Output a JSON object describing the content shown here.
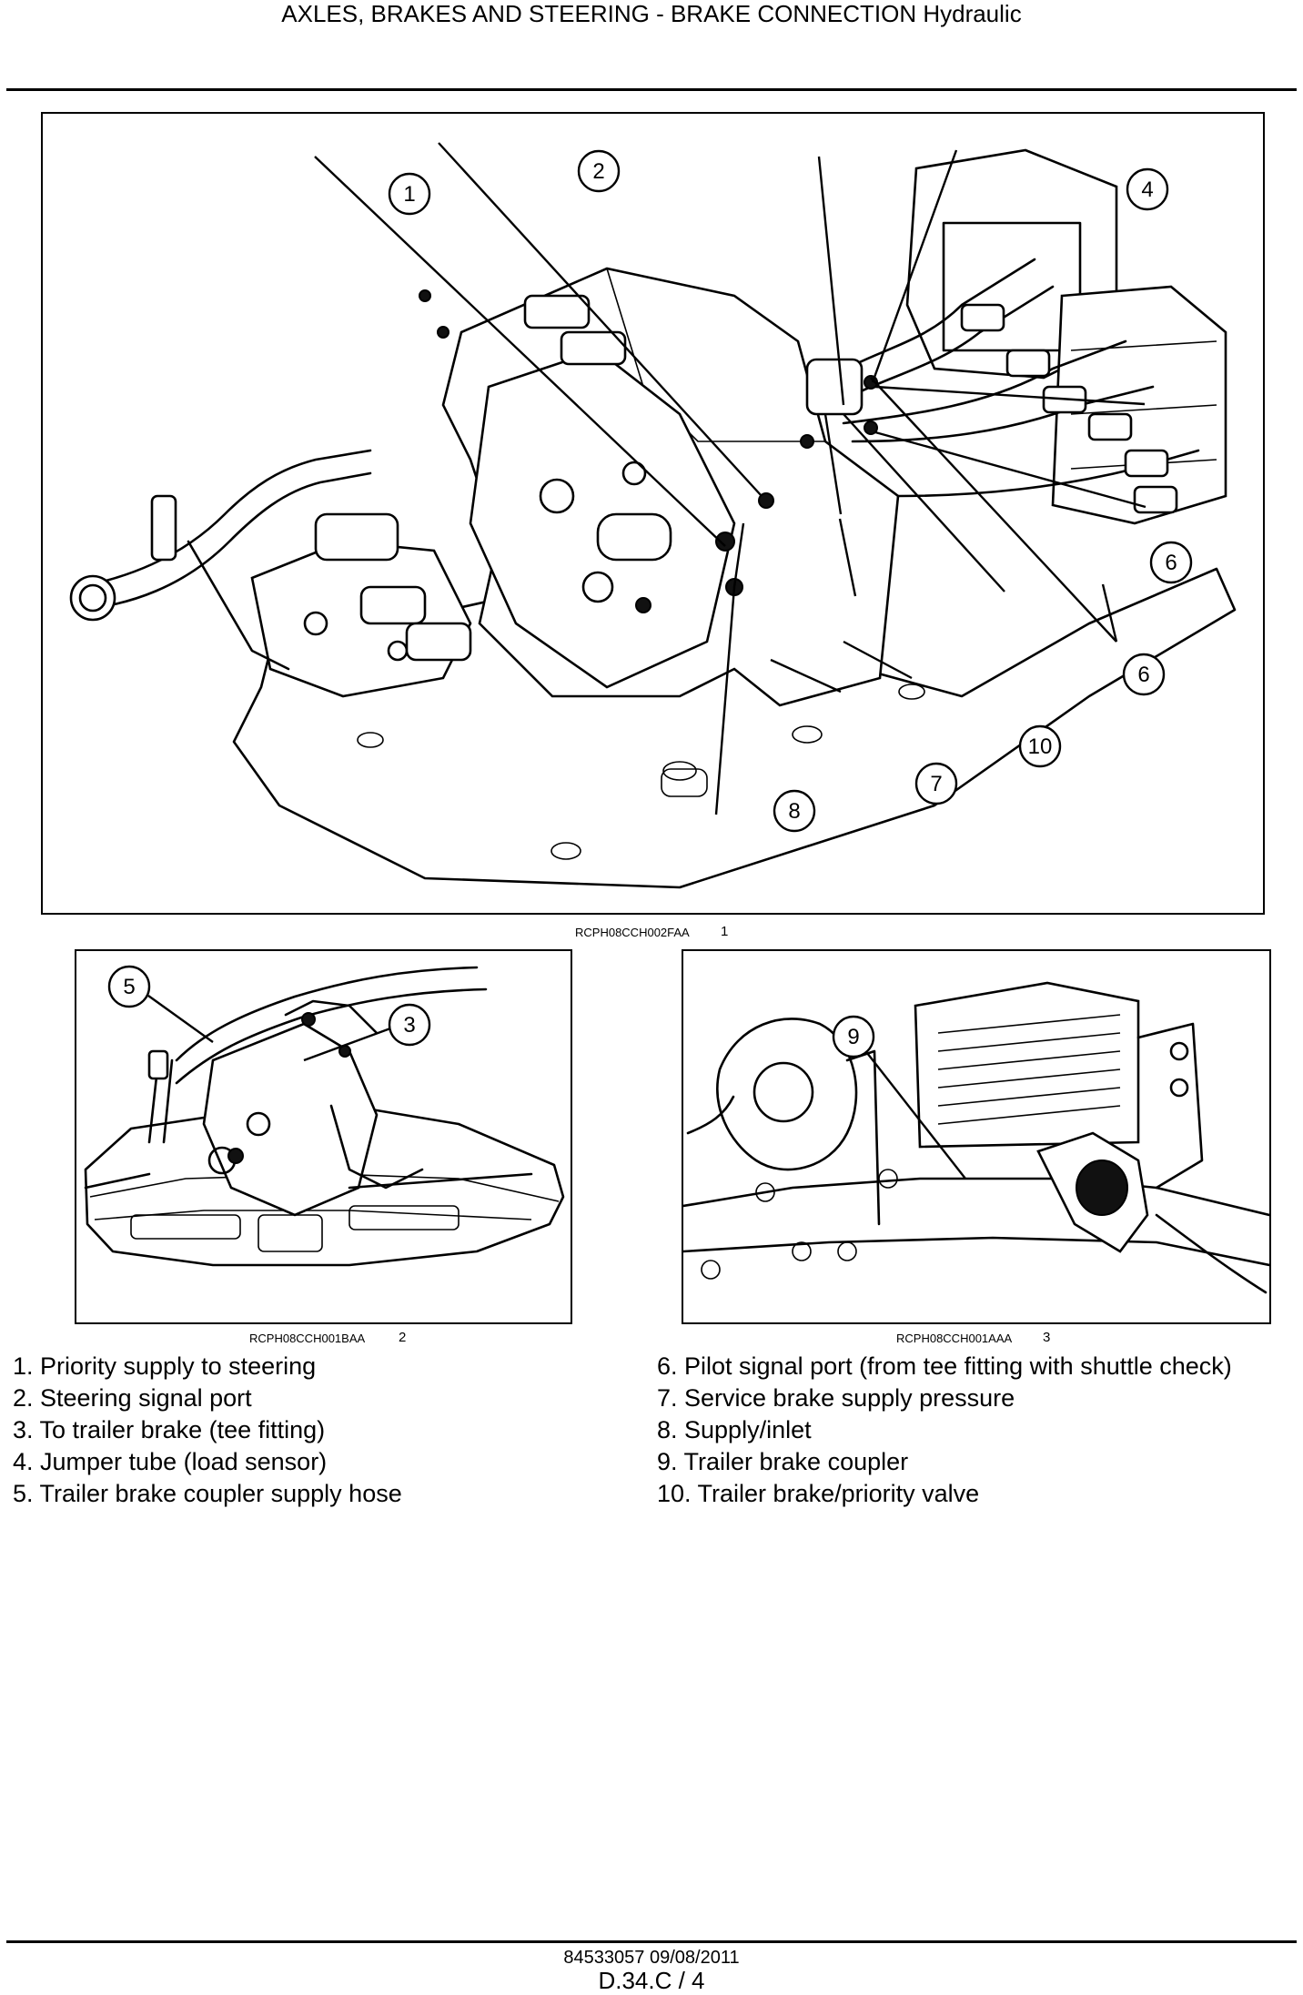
{
  "header": {
    "title": "AXLES, BRAKES AND STEERING - BRAKE CONNECTION Hydraulic"
  },
  "figures": [
    {
      "id": "fig1",
      "caption_code": "RCPH08CCH002FAA",
      "caption_number": "1",
      "callouts": [
        "1",
        "2",
        "4",
        "6",
        "6",
        "10",
        "7",
        "8"
      ]
    },
    {
      "id": "fig2",
      "caption_code": "RCPH08CCH001BAA",
      "caption_number": "2",
      "callouts": [
        "5",
        "3"
      ]
    },
    {
      "id": "fig3",
      "caption_code": "RCPH08CCH001AAA",
      "caption_number": "3",
      "callouts": [
        "9"
      ]
    }
  ],
  "legend": {
    "left": [
      "1.  Priority supply to steering",
      "2.  Steering signal port",
      "3.  To trailer brake (tee fitting)",
      "4.  Jumper tube (load sensor)",
      "5.  Trailer brake coupler supply hose"
    ],
    "right": [
      "6.  Pilot signal port (from tee fitting with shuttle check)",
      "7.  Service brake supply pressure",
      "8.  Supply/inlet",
      "9.  Trailer brake coupler",
      "10.  Trailer brake/priority valve"
    ]
  },
  "footer": {
    "doc_ref": "84533057 09/08/2011",
    "page_ref": "D.34.C / 4"
  }
}
